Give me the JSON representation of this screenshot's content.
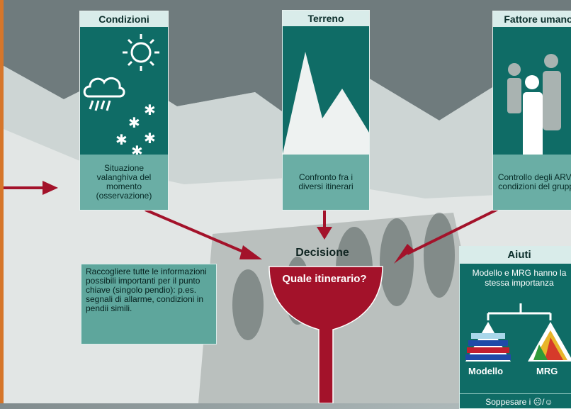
{
  "cards": {
    "condizioni": {
      "title": "Condizioni",
      "caption": "Situazione valanghiva del momento (osservazione)"
    },
    "terreno": {
      "title": "Terreno",
      "caption": "Confronto fra i diversi itinerari"
    },
    "fattore": {
      "title": "Fattore umano",
      "caption": "Controllo degli ARVA, condizioni del gruppo"
    }
  },
  "note": {
    "text": "Raccogliere tutte le informazioni possibili importanti per il punto chiave (singolo pendio): p.es. segnali di allarme, condizioni in pendii simili."
  },
  "decision": {
    "label": "Decisione",
    "funnel_text": "Quale itinerario?"
  },
  "aiuti": {
    "title": "Aiuti",
    "description": "Modello e MRG hanno la stessa importanza",
    "label_left": "Modello",
    "label_right": "MRG",
    "footer": "Soppesare i ☹/☺"
  },
  "colors": {
    "teal": "#0f6c66",
    "light_teal": "#6aaea5",
    "arrow_red": "#a3122a",
    "funnel_red": "#a3122a"
  }
}
